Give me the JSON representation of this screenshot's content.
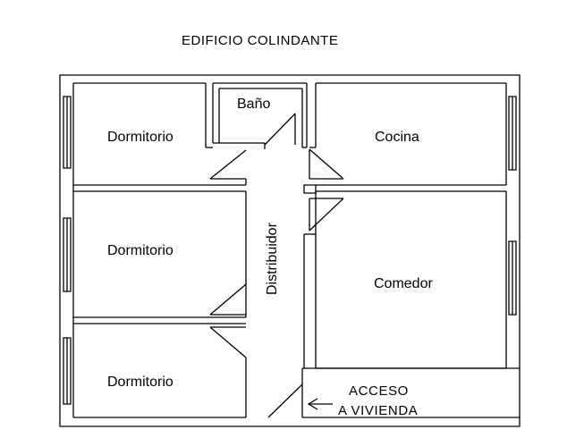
{
  "title": "EDIFICIO COLINDANTE",
  "rooms": {
    "dormitorio_1": "Dormitorio",
    "dormitorio_2": "Dormitorio",
    "dormitorio_3": "Dormitorio",
    "bano": "Baño",
    "cocina": "Cocina",
    "comedor": "Comedor",
    "distribuidor": "Distribuidor"
  },
  "access": {
    "line1": "ACCESO",
    "line2": "A VIVIENDA"
  }
}
